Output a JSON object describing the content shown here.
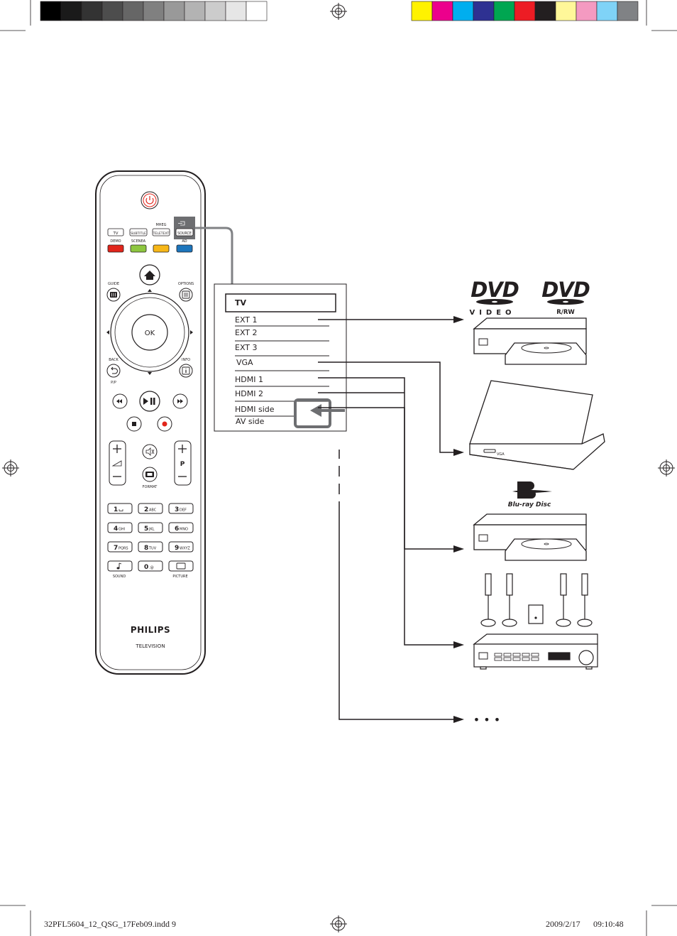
{
  "color_bar": {
    "grays": [
      "#000000",
      "#1a1a1a",
      "#333333",
      "#4d4d4d",
      "#666666",
      "#808080",
      "#999999",
      "#b3b3b3",
      "#cccccc",
      "#e6e6e6",
      "#ffffff"
    ],
    "colors": [
      "#fff200",
      "#ec008c",
      "#00aeef",
      "#2e3192",
      "#00a651",
      "#ed1c24",
      "#231f20",
      "#fff799",
      "#f49ac1",
      "#7fd3f7",
      "#808285"
    ]
  },
  "remote": {
    "brand": "PHILIPS",
    "subtitle": "TELEVISION",
    "top_small": {
      "mheg": "MHEG"
    },
    "row1": {
      "tv": "TV",
      "subtitle_btn": "SUBTITLE",
      "teletext": "TELETEXT",
      "source": "SOURCE"
    },
    "color_labels": {
      "demo": "DEMO",
      "scenea": "SCENEA",
      "ad": "AD"
    },
    "color_buttons": [
      "#e1251b",
      "#8dc63f",
      "#f7b718",
      "#1c75bc"
    ],
    "nav": {
      "guide": "GUIDE",
      "options": "OPTIONS",
      "ok": "OK",
      "back": "BACK",
      "pp": "P/P",
      "info": "INFO"
    },
    "side": {
      "format": "FORMAT",
      "p": "P"
    },
    "keys": [
      {
        "n": "1",
        "t": ""
      },
      {
        "n": "2",
        "t": "ABC"
      },
      {
        "n": "3",
        "t": "DEF"
      },
      {
        "n": "4",
        "t": "GHI"
      },
      {
        "n": "5",
        "t": "JKL"
      },
      {
        "n": "6",
        "t": "MNO"
      },
      {
        "n": "7",
        "t": "PQRS"
      },
      {
        "n": "8",
        "t": "TUV"
      },
      {
        "n": "9",
        "t": "WXYZ"
      },
      {
        "n": "",
        "t": ""
      },
      {
        "n": "0",
        "t": ".@"
      },
      {
        "n": "",
        "t": ""
      }
    ],
    "bottom_labels": {
      "sound": "SOUND",
      "picture": "PICTURE"
    }
  },
  "menu": {
    "items": [
      "TV",
      "EXT 1",
      "EXT 2",
      "EXT 3",
      "VGA",
      "HDMI 1",
      "HDMI 2",
      "HDMI side",
      "AV side"
    ],
    "selected": "TV"
  },
  "devices": {
    "dvd_logo_main": "DVD",
    "dvd_video": "VIDEO",
    "dvd_rw": "R/RW",
    "laptop_port": "VGA",
    "bluray_text": "Blu-ray Disc",
    "more": "• • •"
  },
  "footer": {
    "file": "32PFL5604_12_QSG_17Feb09.indd   9",
    "date": "2009/2/17",
    "time": "09:10:48"
  }
}
